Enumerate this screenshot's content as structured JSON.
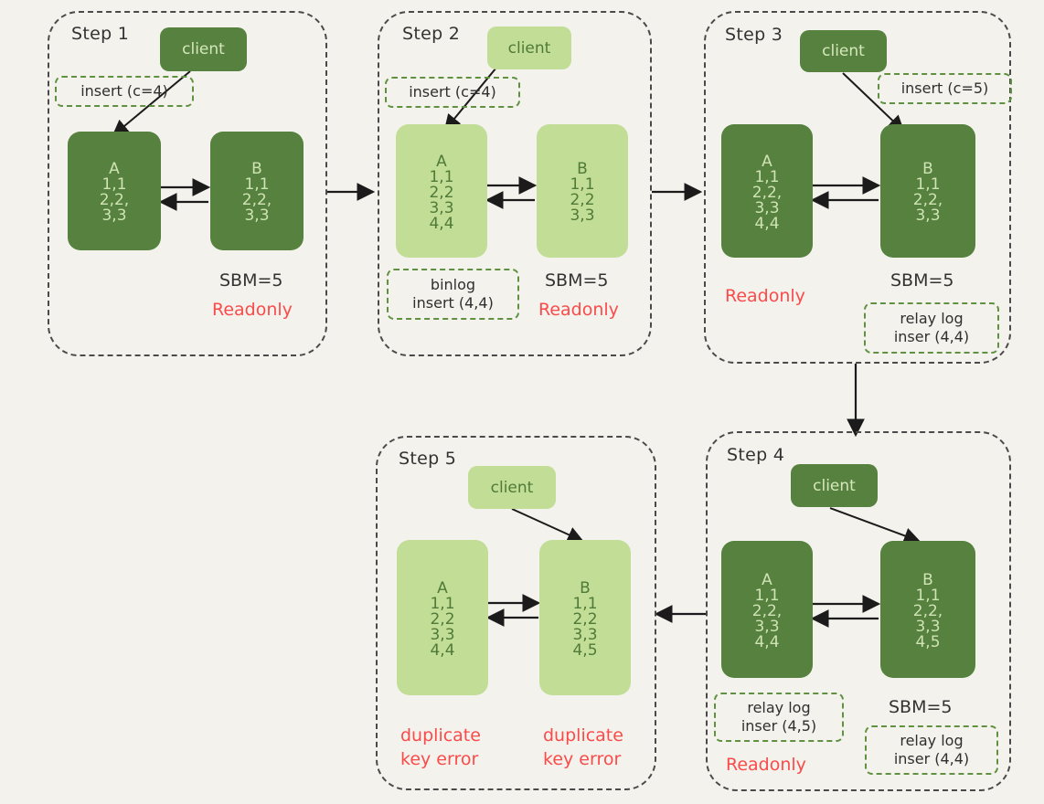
{
  "diagram": {
    "title": "MySQL replication duplicate key error walkthrough",
    "colors": {
      "background": "#f3f2ec",
      "node_dark": "#56813f",
      "node_light": "#c2dd96",
      "note_border": "#5f9140",
      "panel_border": "#4a4a4a",
      "error_text": "#fa4b4b",
      "plain_text": "#333333"
    },
    "client_label": "client"
  },
  "steps": [
    {
      "id": "step1",
      "title": "Step 1",
      "client": {
        "label": "client",
        "shade": "dark"
      },
      "nodes": [
        {
          "name": "A",
          "shade": "dark",
          "rows": [
            "1,1",
            "2,2,",
            "3,3"
          ]
        },
        {
          "name": "B",
          "shade": "dark",
          "rows": [
            "1,1",
            "2,2,",
            "3,3"
          ]
        }
      ],
      "notes": [
        {
          "name": "insert-note",
          "lines": [
            "insert (c=4)"
          ]
        }
      ],
      "labels": [
        {
          "name": "sbm-label",
          "text": "SBM=5",
          "kind": "plain"
        }
      ],
      "errors": [
        {
          "name": "readonly-label",
          "lines": [
            "Readonly"
          ]
        }
      ]
    },
    {
      "id": "step2",
      "title": "Step 2",
      "client": {
        "label": "client",
        "shade": "light"
      },
      "nodes": [
        {
          "name": "A",
          "shade": "light",
          "rows": [
            "1,1",
            "2,2",
            "3,3",
            "4,4"
          ]
        },
        {
          "name": "B",
          "shade": "light",
          "rows": [
            "1,1",
            "2,2",
            "3,3"
          ]
        }
      ],
      "notes": [
        {
          "name": "insert-note",
          "lines": [
            "insert (c=4)"
          ]
        },
        {
          "name": "binlog-note",
          "lines": [
            "binlog",
            "insert (4,4)"
          ]
        }
      ],
      "labels": [
        {
          "name": "sbm-label",
          "text": "SBM=5",
          "kind": "plain"
        }
      ],
      "errors": [
        {
          "name": "readonly-label",
          "lines": [
            "Readonly"
          ]
        }
      ]
    },
    {
      "id": "step3",
      "title": "Step 3",
      "client": {
        "label": "client",
        "shade": "dark"
      },
      "nodes": [
        {
          "name": "A",
          "shade": "dark",
          "rows": [
            "1,1",
            "2,2,",
            "3,3",
            "4,4"
          ]
        },
        {
          "name": "B",
          "shade": "dark",
          "rows": [
            "1,1",
            "2,2,",
            "3,3"
          ]
        }
      ],
      "notes": [
        {
          "name": "insert-note",
          "lines": [
            "insert (c=5)"
          ]
        },
        {
          "name": "relay-log-note",
          "lines": [
            "relay log",
            "inser (4,4)"
          ]
        }
      ],
      "labels": [
        {
          "name": "sbm-label",
          "text": "SBM=5",
          "kind": "plain"
        }
      ],
      "errors": [
        {
          "name": "readonly-label",
          "lines": [
            "Readonly"
          ]
        }
      ]
    },
    {
      "id": "step4",
      "title": "Step 4",
      "client": {
        "label": "client",
        "shade": "dark"
      },
      "nodes": [
        {
          "name": "A",
          "shade": "dark",
          "rows": [
            "1,1",
            "2,2,",
            "3,3",
            "4,4"
          ]
        },
        {
          "name": "B",
          "shade": "dark",
          "rows": [
            "1,1",
            "2,2,",
            "3,3",
            "4,5"
          ]
        }
      ],
      "notes": [
        {
          "name": "relay-log-note-a",
          "lines": [
            "relay log",
            "inser (4,5)"
          ]
        },
        {
          "name": "relay-log-note-b",
          "lines": [
            "relay log",
            "inser (4,4)"
          ]
        }
      ],
      "labels": [
        {
          "name": "sbm-label",
          "text": "SBM=5",
          "kind": "plain"
        }
      ],
      "errors": [
        {
          "name": "readonly-label",
          "lines": [
            "Readonly"
          ]
        }
      ]
    },
    {
      "id": "step5",
      "title": "Step 5",
      "client": {
        "label": "client",
        "shade": "light"
      },
      "nodes": [
        {
          "name": "A",
          "shade": "light",
          "rows": [
            "1,1",
            "2,2",
            "3,3",
            "4,4"
          ]
        },
        {
          "name": "B",
          "shade": "light",
          "rows": [
            "1,1",
            "2,2",
            "3,3",
            "4,5"
          ]
        }
      ],
      "notes": [],
      "labels": [],
      "errors": [
        {
          "name": "duplicate-key-error-a",
          "lines": [
            "duplicate",
            "key error"
          ]
        },
        {
          "name": "duplicate-key-error-b",
          "lines": [
            "duplicate",
            "key error"
          ]
        }
      ]
    }
  ],
  "flow": [
    {
      "name": "step1-to-step2",
      "from": "step1",
      "to": "step2",
      "direction": "right"
    },
    {
      "name": "step2-to-step3",
      "from": "step2",
      "to": "step3",
      "direction": "right"
    },
    {
      "name": "step3-to-step4",
      "from": "step3",
      "to": "step4",
      "direction": "down"
    },
    {
      "name": "step4-to-step5",
      "from": "step4",
      "to": "step5",
      "direction": "left"
    }
  ],
  "text": {
    "s1": {
      "title": "Step 1",
      "client": "client",
      "insert": "insert (c=4)",
      "sbm": "SBM=5",
      "readonly": "Readonly",
      "a_name": "A",
      "a_r1": "1,1",
      "a_r2": "2,2,",
      "a_r3": "3,3",
      "b_name": "B",
      "b_r1": "1,1",
      "b_r2": "2,2,",
      "b_r3": "3,3"
    },
    "s2": {
      "title": "Step 2",
      "client": "client",
      "insert": "insert (c=4)",
      "binlog_l1": "binlog",
      "binlog_l2": "insert (4,4)",
      "sbm": "SBM=5",
      "readonly": "Readonly",
      "a_name": "A",
      "a_r1": "1,1",
      "a_r2": "2,2",
      "a_r3": "3,3",
      "a_r4": "4,4",
      "b_name": "B",
      "b_r1": "1,1",
      "b_r2": "2,2",
      "b_r3": "3,3"
    },
    "s3": {
      "title": "Step 3",
      "client": "client",
      "insert": "insert (c=5)",
      "relay_l1": "relay log",
      "relay_l2": "inser (4,4)",
      "sbm": "SBM=5",
      "readonly": "Readonly",
      "a_name": "A",
      "a_r1": "1,1",
      "a_r2": "2,2,",
      "a_r3": "3,3",
      "a_r4": "4,4",
      "b_name": "B",
      "b_r1": "1,1",
      "b_r2": "2,2,",
      "b_r3": "3,3"
    },
    "s4": {
      "title": "Step 4",
      "client": "client",
      "relay_a_l1": "relay log",
      "relay_a_l2": "inser (4,5)",
      "relay_b_l1": "relay log",
      "relay_b_l2": "inser (4,4)",
      "sbm": "SBM=5",
      "readonly": "Readonly",
      "a_name": "A",
      "a_r1": "1,1",
      "a_r2": "2,2,",
      "a_r3": "3,3",
      "a_r4": "4,4",
      "b_name": "B",
      "b_r1": "1,1",
      "b_r2": "2,2,",
      "b_r3": "3,3",
      "b_r4": "4,5"
    },
    "s5": {
      "title": "Step 5",
      "client": "client",
      "err_a_l1": "duplicate",
      "err_a_l2": "key error",
      "err_b_l1": "duplicate",
      "err_b_l2": "key error",
      "a_name": "A",
      "a_r1": "1,1",
      "a_r2": "2,2",
      "a_r3": "3,3",
      "a_r4": "4,4",
      "b_name": "B",
      "b_r1": "1,1",
      "b_r2": "2,2",
      "b_r3": "3,3",
      "b_r4": "4,5"
    }
  }
}
